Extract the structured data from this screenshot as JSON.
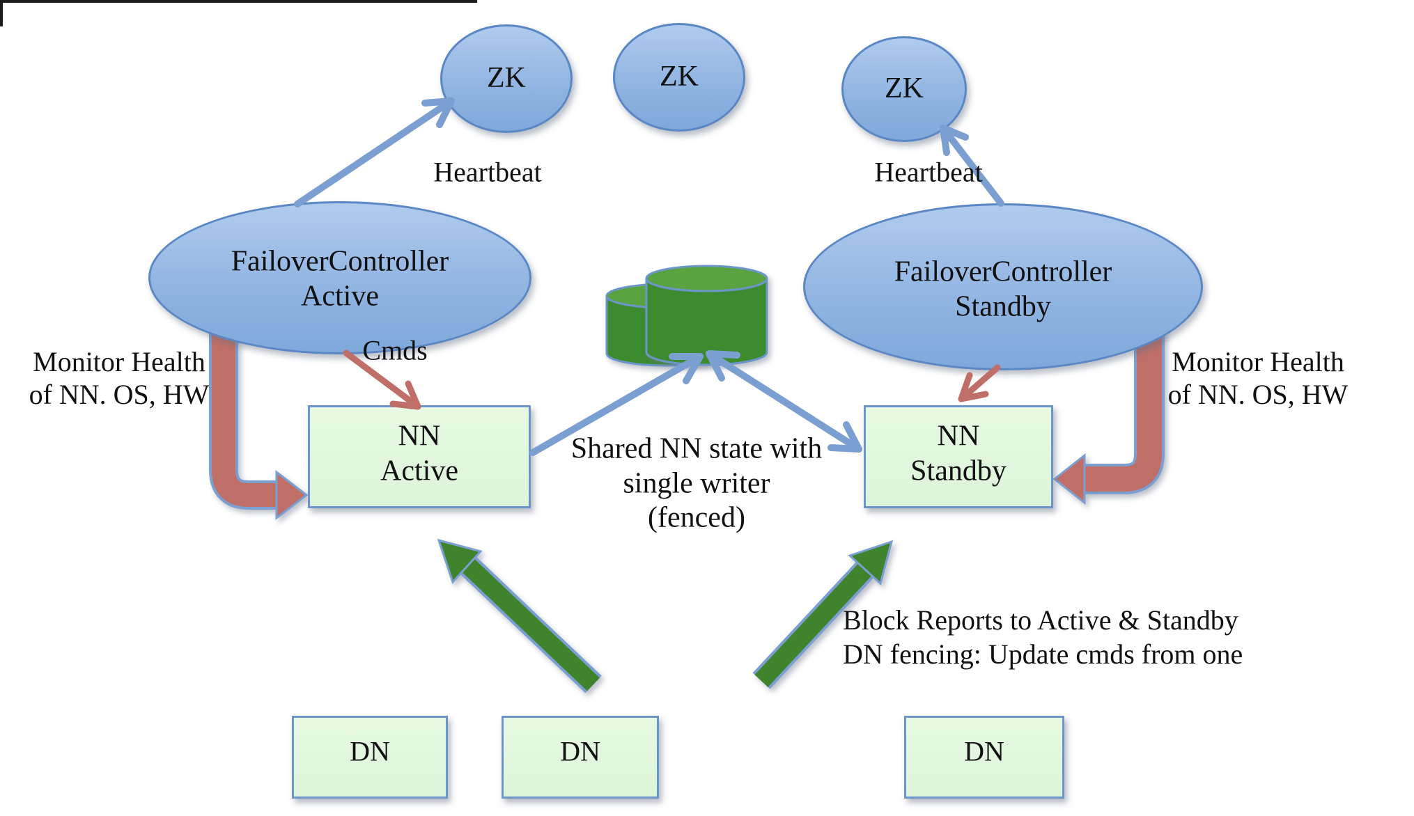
{
  "colors": {
    "node_fill_top": "#b0cbee",
    "node_fill_bottom": "#7fa8db",
    "node_border": "#5b87c5",
    "box_fill": "#e0f6dd",
    "box_border": "#6d96c8",
    "arrow_blue": "#7b9fd0",
    "arrow_red": "#bf6f68",
    "arrow_green": "#3f832d",
    "cylinder_body": "#3d8b2f",
    "cylinder_top": "#58a33e"
  },
  "diagram": {
    "zk_nodes": [
      {
        "label": "ZK"
      },
      {
        "label": "ZK"
      },
      {
        "label": "ZK"
      }
    ],
    "heartbeat_left": "Heartbeat",
    "heartbeat_right": "Heartbeat",
    "failover_active": {
      "line1": "FailoverController",
      "line2": "Active"
    },
    "failover_standby": {
      "line1": "FailoverController",
      "line2": "Standby"
    },
    "monitor_health_left": {
      "line1": "Monitor Health",
      "line2": "of NN. OS, HW"
    },
    "monitor_health_right": {
      "line1": "Monitor Health",
      "line2": "of NN. OS, HW"
    },
    "cmds_label": "Cmds",
    "nn_active": {
      "line1": "NN",
      "line2": "Active"
    },
    "nn_standby": {
      "line1": "NN",
      "line2": "Standby"
    },
    "shared_state": {
      "line1": "Shared NN state with",
      "line2": "single writer",
      "line3": "(fenced)"
    },
    "block_reports": {
      "line1": "Block Reports to Active & Standby",
      "line2": "DN fencing: Update cmds from one"
    },
    "dn_nodes": [
      {
        "label": "DN"
      },
      {
        "label": "DN"
      },
      {
        "label": "DN"
      }
    ]
  }
}
